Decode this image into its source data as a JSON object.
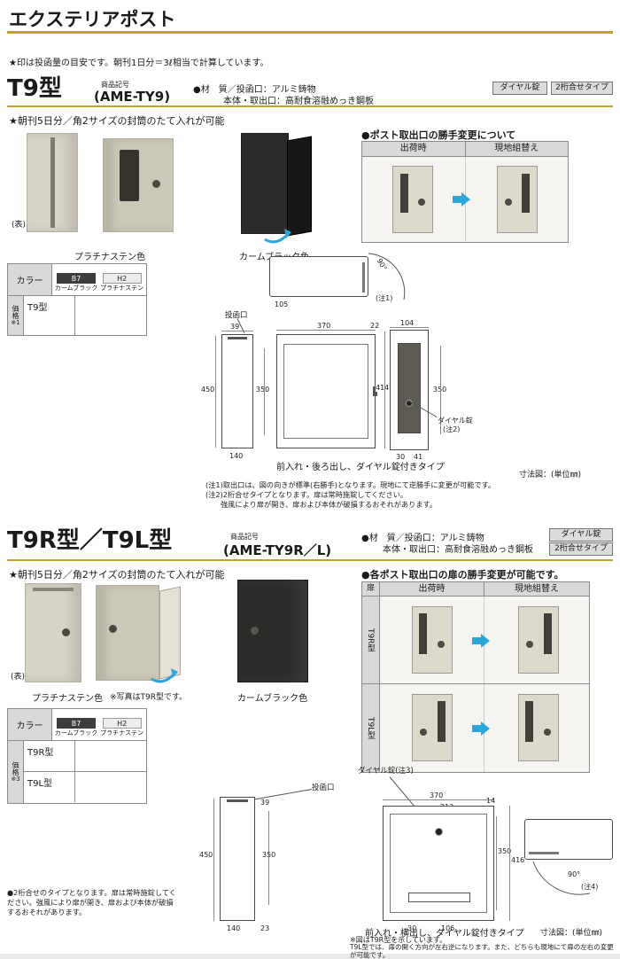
{
  "header": {
    "title": "エクステリアポスト",
    "note": "★印は投函量の目安です。朝刊1日分＝3ℓ相当で計算しています。"
  },
  "s1": {
    "model": "T9型",
    "code_label": "商品記号",
    "code": "(AME-TY9)",
    "mat1": "●材　質／投函口：アルミ鋳物",
    "mat2": "本体・取出口：高耐食溶融めっき鋼板",
    "badge_lock": "ダイヤル錠",
    "badge_type": "2桁合せタイプ",
    "feature": "★朝刊5日分／角2サイズの封筒のたて入れが可能",
    "front_label": "(表)",
    "platinum_label": "プラチナステン色",
    "black_label": "カームブラック色",
    "panel_title": "●ポスト取出口の勝手変更について",
    "ship": "出荷時",
    "onsite": "現地組替え",
    "color_label": "カラー",
    "b7": "B7",
    "b7_name": "カームブラック",
    "h2": "H2",
    "h2_name": "プラチナステン",
    "price_label": "価格",
    "price_note": "※1",
    "price_row1": "T9型",
    "caption": "前入れ・後ろ出し、ダイヤル錠付きタイプ",
    "unit": "寸法図：(単位㎜)",
    "note1": "(注1)取出口は、図の向きが標準(右勝手)となります。現地にて逆勝手に変更が可能です。",
    "note2": "(注2)2桁合せタイプとなります。扉は常時施錠してください。",
    "note3": "強風により扉が開き、扉および本体が破損するおそれがあります。",
    "dwg": {
      "slot": "投函口",
      "d105": "105",
      "d90": "90°",
      "note_ref1": "(注1)",
      "d39": "39",
      "d370": "370",
      "d22": "22",
      "d104": "104",
      "d450": "450",
      "d350a": "350",
      "d414": "414",
      "d350b": "350",
      "d140": "140",
      "d30": "30",
      "d41": "41",
      "dial_label": "ダイヤル錠",
      "dial_note": "(注2)"
    }
  },
  "s2": {
    "model": "T9R型／T9L型",
    "code_label": "商品記号",
    "code": "(AME-TY9R／L)",
    "mat1": "●材　質／投函口：アルミ鋳物",
    "mat2": "本体・取出口：高耐食溶融めっき鋼板",
    "badge_lock": "ダイヤル錠",
    "badge_type": "2桁合せタイプ",
    "feature": "★朝刊5日分／角2サイズの封筒のたて入れが可能",
    "front_label": "(表)",
    "platinum_label": "プラチナステン色",
    "photo_note": "※写真はT9R型です。",
    "black_label": "カームブラック色",
    "panel_title": "●各ポスト取出口の扉の勝手変更が可能です。",
    "door": "扉",
    "ship": "出荷時",
    "onsite": "現地組替え",
    "row_r": "T9R型",
    "row_l": "T9L型",
    "color_label": "カラー",
    "b7": "B7",
    "b7_name": "カームブラック",
    "h2": "H2",
    "h2_name": "プラチナステン",
    "price_label": "価格",
    "price_note": "※3",
    "price_row1": "T9R型",
    "price_row2": "T9L型",
    "caption": "前入れ・横出し、ダイヤル錠付きタイプ",
    "unit": "寸法図：(単位㎜)",
    "bottom_note": "●2桁合せのタイプとなります。扉は常時施錠してください。強風により扉が開き、扉および本体が破損するおそれがあります。",
    "fig_note1": "※図はT9R型を示しています。",
    "fig_note2": "T9L型では、扉の開く方向が左右逆になります。また、どちらも現地にて扉の左右の変更が可能です。",
    "dwg": {
      "dial_label": "ダイヤル錠(注3)",
      "slot": "投函口",
      "d39": "39",
      "d370": "370",
      "d213": "213",
      "d14": "14",
      "d450": "450",
      "d350a": "350",
      "d350b": "350",
      "d416": "416",
      "d140": "140",
      "d23": "23",
      "d30": "30",
      "d106": "106",
      "d90": "90°",
      "note_ref4": "(注4)"
    }
  }
}
